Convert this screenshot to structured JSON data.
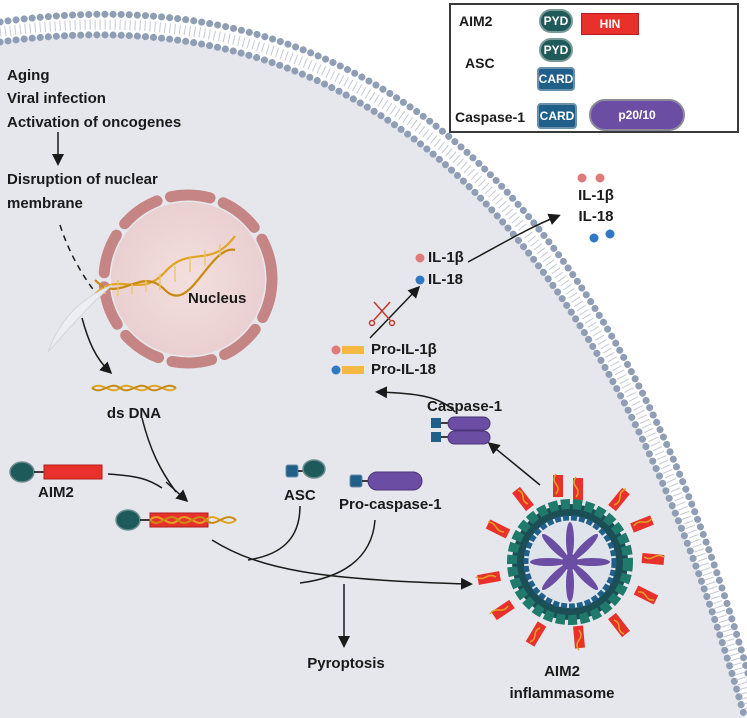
{
  "triggers": [
    "Aging",
    "Viral infection",
    "Activation of oncogenes"
  ],
  "disruption": [
    "Disruption of nuclear",
    "membrane"
  ],
  "nucleus_label": "Nucleus",
  "dsdna_label": "ds DNA",
  "aim2_label": "AIM2",
  "asc_label": "ASC",
  "procaspase_label": "Pro-caspase-1",
  "pyroptosis_label": "Pyroptosis",
  "inflammasome_label": [
    "AIM2",
    "inflammasome"
  ],
  "caspase1_label": "Caspase-1",
  "pro_il1b": "Pro-IL-1β",
  "pro_il18": "Pro-IL-18",
  "il1b": "IL-1β",
  "il18": "IL-18",
  "secreted_il1b": "IL-1β",
  "secreted_il18": "IL-18",
  "legend": {
    "rows": [
      {
        "protein": "AIM2",
        "domains": [
          "PYD",
          "HIN"
        ]
      },
      {
        "protein": "ASC",
        "domains": [
          "PYD",
          "CARD"
        ]
      },
      {
        "protein": "Caspase-1",
        "domains": [
          "CARD",
          "p20/10"
        ]
      }
    ]
  },
  "colors": {
    "pyd": "#1f5a5a",
    "card": "#1f5f8a",
    "hin": "#e8312b",
    "p20": "#6b4ea3",
    "il1b_dot": "#e07a7a",
    "il18_dot": "#2f78c4",
    "pro_bar": "#f5b942",
    "membrane": "#8fa0b8",
    "cytoplasm": "#e9eaee",
    "nucleus_ring": "#c98a8a"
  }
}
